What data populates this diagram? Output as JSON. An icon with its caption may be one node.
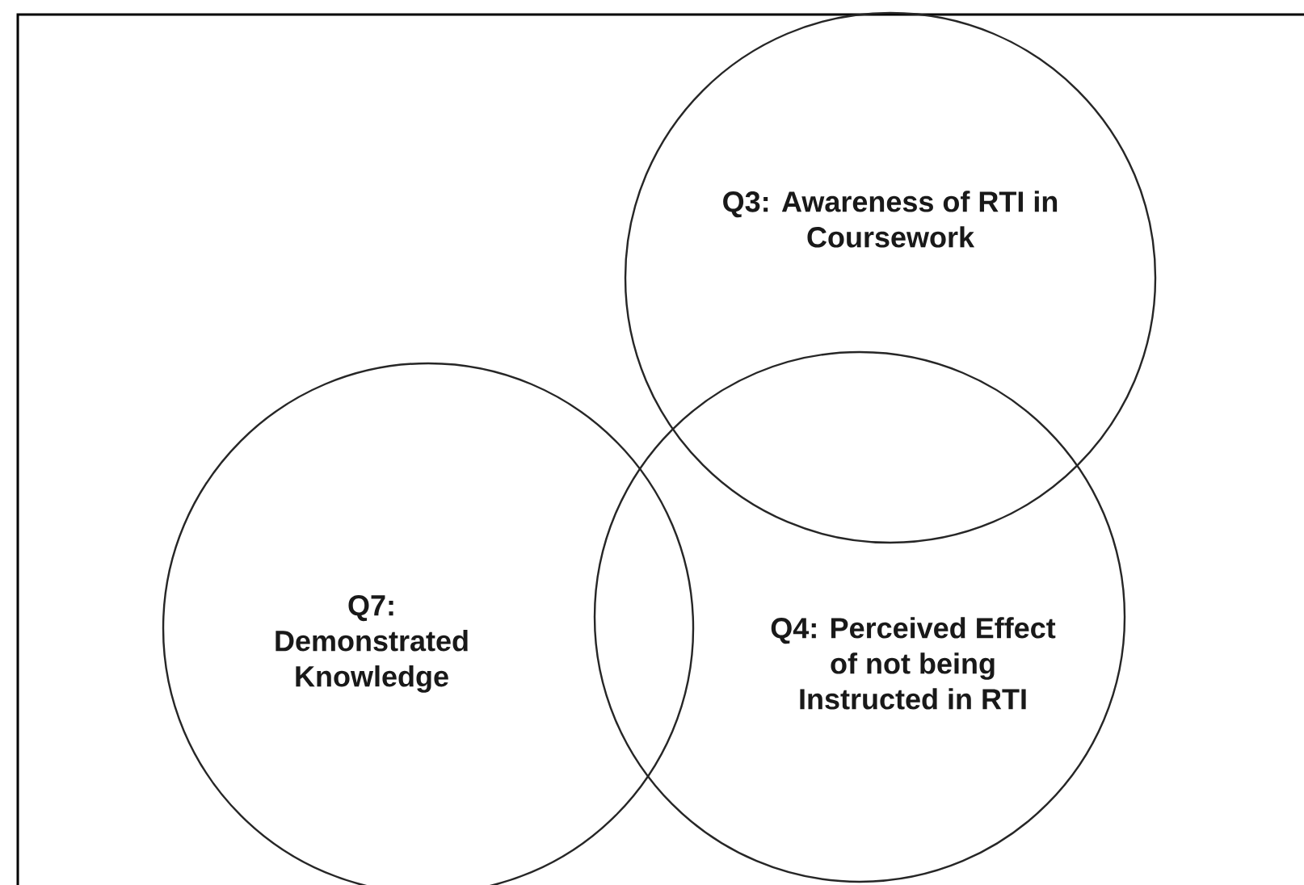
{
  "diagram": {
    "nodes": [
      {
        "text": [
          "Q3: Awareness of RTI in Coursework"
        ]
      },
      {
        "text": [
          "Q7: Demonstrated Knowledge"
        ]
      },
      {
        "text": [
          "Q4: Perceived Effect of not being Instructed in RTI"
        ]
      }
    ]
  }
}
